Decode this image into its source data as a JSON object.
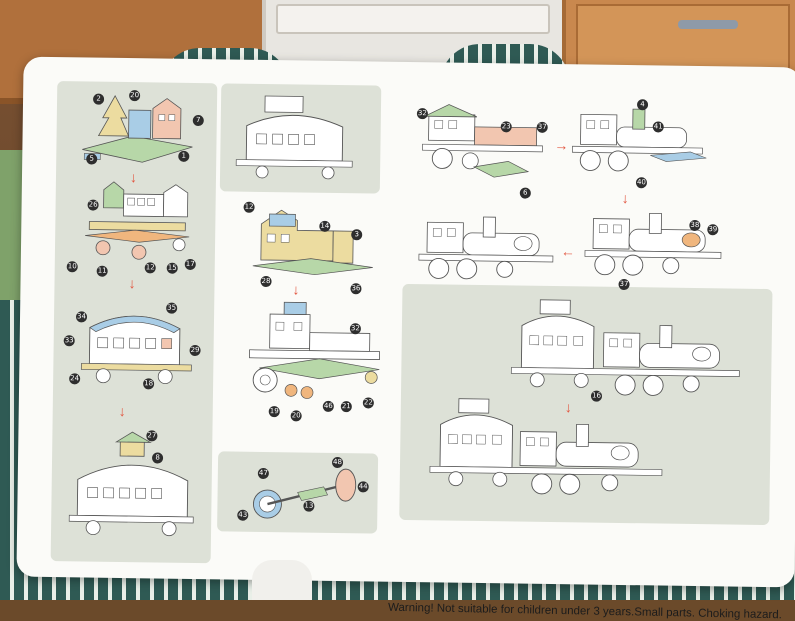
{
  "warning": {
    "text": "Warning! Not suitable for children under 3 years.Small parts. Choking hazard."
  },
  "step_markers": {
    "s1": [
      "2",
      "20",
      "7",
      "5",
      "1"
    ],
    "s2": [
      "26",
      "10",
      "11",
      "12",
      "15",
      "17"
    ],
    "s3": [
      "34",
      "33",
      "35",
      "29",
      "24",
      "18"
    ],
    "s4": [
      "27",
      "8"
    ],
    "s5": [
      "12",
      "14",
      "3",
      "28",
      "36"
    ],
    "s6": [
      "32",
      "19",
      "20",
      "46",
      "21",
      "22"
    ],
    "s7": [
      "47",
      "48",
      "44",
      "43",
      "13"
    ],
    "s8": [
      "32",
      "23",
      "37",
      "6"
    ],
    "s9": [
      "4",
      "41",
      "40"
    ],
    "s10": [
      "38",
      "39",
      "37"
    ],
    "s12": [
      "16"
    ]
  },
  "colors": {
    "panel_bg": "#dde1d7",
    "sheet_bg": "#fbfbf8",
    "part_yellow": "#ecdca0",
    "part_green": "#b7d7a8",
    "part_blue": "#a9cde6",
    "part_pink": "#f2c6b0",
    "part_orange": "#f0b67e",
    "arrow_red": "#e2553f"
  }
}
